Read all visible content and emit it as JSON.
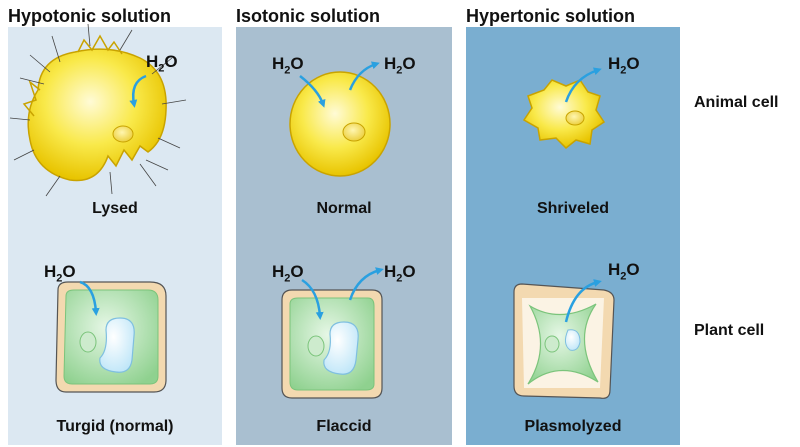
{
  "columns": [
    {
      "title": "Hypotonic solution",
      "bg": "#dce8f2"
    },
    {
      "title": "Isotonic solution",
      "bg": "#a9bfd0"
    },
    {
      "title": "Hypertonic solution",
      "bg": "#7aaed0"
    }
  ],
  "rows": {
    "animal": "Animal cell",
    "plant": "Plant cell"
  },
  "labels": {
    "lysed": "Lysed",
    "normal": "Normal",
    "shriveled": "Shriveled",
    "turgid": "Turgid (normal)",
    "flaccid": "Flaccid",
    "plasmolyzed": "Plasmolyzed"
  },
  "water": {
    "h": "H",
    "sub": "2",
    "o": "O"
  },
  "colors": {
    "cytoplasm": "#f7e23a",
    "cell_outline": "#c9a300",
    "cell_wall": "#f3d9b0",
    "chloroplast_green": "#a9dca9",
    "vacuole": "#d7f0fb",
    "arrow": "#2aa0e0"
  }
}
